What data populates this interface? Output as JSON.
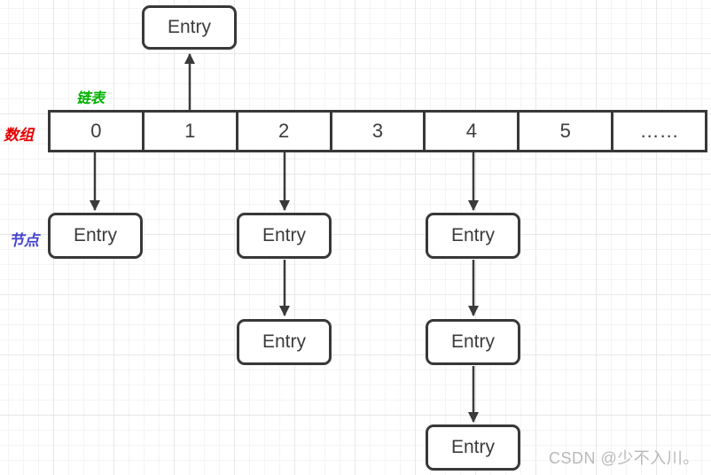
{
  "array": {
    "cells": [
      "0",
      "1",
      "2",
      "3",
      "4",
      "5",
      "……"
    ]
  },
  "entry_label": "Entry",
  "labels": {
    "linked_list": "链表",
    "array": "数组",
    "node": "节点"
  },
  "watermark": "CSDN @少不入川。",
  "colors": {
    "stroke": "#383838",
    "arrow": "#3a3a3a",
    "linked_list_label": "#00b200",
    "array_label": "#e60000",
    "node_label": "#4343cd",
    "watermark": "#b8b8b8",
    "grid_minor": "#f4f4f4",
    "grid_major": "#e7e7e7",
    "background": "#ffffff"
  }
}
